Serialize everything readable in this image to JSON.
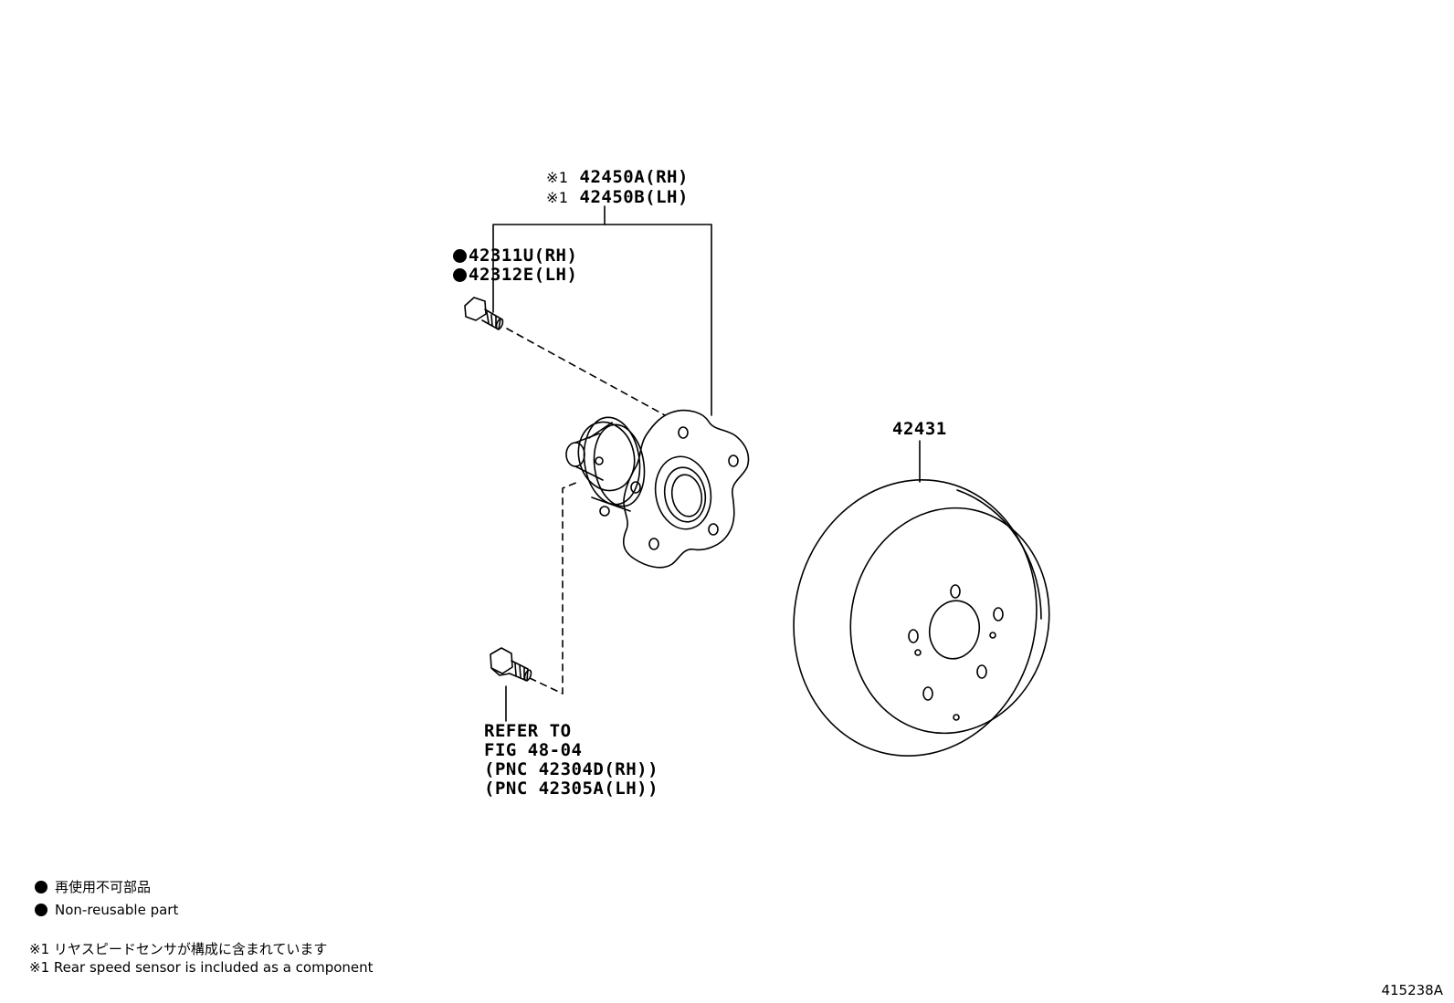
{
  "callouts": {
    "hub_rh": "42450A(RH)",
    "hub_lh": "42450B(LH)",
    "hub_prefix": "※1",
    "bolt_rh": "42311U(RH)",
    "bolt_lh": "42312E(LH)",
    "disc": "42431"
  },
  "refer": {
    "line1": "REFER TO",
    "line2": "FIG 48-04",
    "line3": "(PNC 42304D(RH))",
    "line4": "(PNC 42305A(LH))"
  },
  "legend": {
    "nonreusable_jp": "再使用不可部品",
    "nonreusable_en": "Non-reusable part",
    "sensor_jp": "※1 リヤスピードセンサが構成に含まれています",
    "sensor_en": "※1 Rear speed sensor is included as a component"
  },
  "figure_id": "415238A"
}
